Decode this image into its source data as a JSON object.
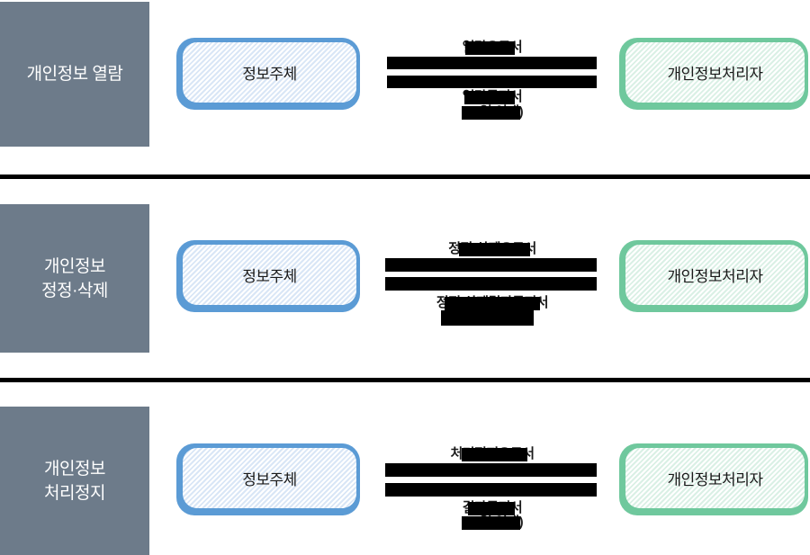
{
  "colors": {
    "label_bg": "#6D7B8A",
    "subject_border": "#5B9BD5",
    "subject_stripe": "#D9E6F6",
    "processor_border": "#6FC89D",
    "processor_stripe": "#DAF0E5",
    "bar_color": "#000000",
    "label_text": "#FFFFFF",
    "box_text": "#1A1A1A"
  },
  "sections": [
    {
      "label_line1": "개인정보 열람",
      "label_line2": "",
      "subject": "정보주체",
      "processor": "개인정보처리자",
      "request": "열람요구서",
      "response": "열람통지서",
      "response_note": "(10일 이내)"
    },
    {
      "label_line1": "개인정보",
      "label_line2": "정정·삭제",
      "subject": "정보주체",
      "processor": "개인정보처리자",
      "request": "정정·삭제요구서",
      "response": "정정·삭제결과통지서",
      "response_note": "(10일 이내)"
    },
    {
      "label_line1": "개인정보",
      "label_line2": "처리정지",
      "subject": "정보주체",
      "processor": "개인정보처리자",
      "request": "처리정지요구서",
      "response": "결과통지서",
      "response_note": "(10일 이내)"
    }
  ]
}
